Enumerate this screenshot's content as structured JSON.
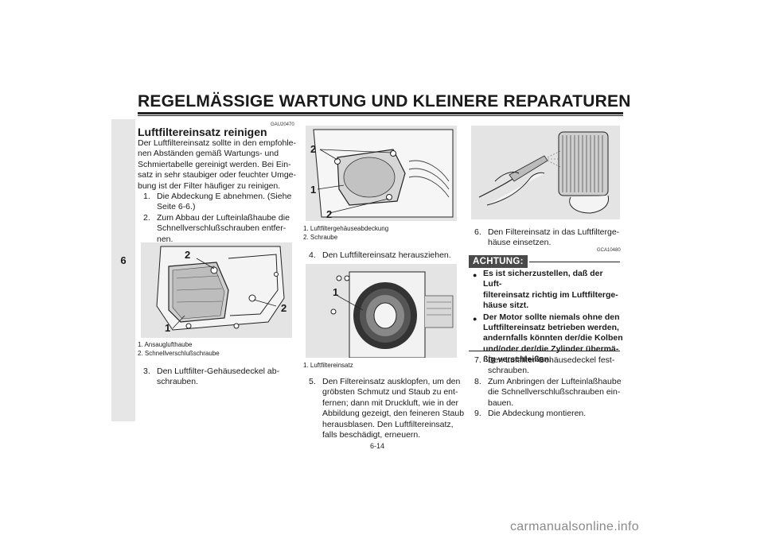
{
  "header": {
    "title": "REGELMÄSSIGE WARTUNG UND KLEINERE REPARATUREN"
  },
  "chapter_tab": "6",
  "section": {
    "code": "GAU20470",
    "heading": "Luftfiltereinsatz reinigen",
    "intro": [
      "Der Luftfiltereinsatz sollte in den empfohle-",
      "nen Abständen gemäß Wartungs- und",
      "Schmiertabelle gereinigt werden. Bei Ein-",
      "satz in sehr staubiger oder feuchter Umge-",
      "bung ist der Filter häufiger zu reinigen."
    ]
  },
  "steps_col1": [
    {
      "num": "1.",
      "lines": [
        "Die Abdeckung E abnehmen. (Siehe",
        "Seite 6-6.)"
      ]
    },
    {
      "num": "2.",
      "lines": [
        "Zum Abbau der Lufteinlaßhaube die",
        "Schnellverschlußschrauben entfer-",
        "nen."
      ]
    }
  ],
  "fig1": {
    "callouts": [
      "2",
      "2",
      "1"
    ],
    "captions": [
      "1. Ansauglufthaube",
      "2. Schnellverschlußschraube"
    ]
  },
  "step3": {
    "num": "3.",
    "lines": [
      "Den Luftfilter-Gehäusedeckel ab-",
      "schrauben."
    ]
  },
  "fig2": {
    "callouts": [
      "2",
      "1",
      "2"
    ],
    "captions": [
      "1. Luftfiltergehäuseabdeckung",
      "2. Schraube"
    ]
  },
  "step4": {
    "num": "4.",
    "lines": [
      "Den Luftfiltereinsatz herausziehen."
    ]
  },
  "fig3": {
    "callouts": [
      "1"
    ],
    "captions": [
      "1. Luftfiltereinsatz"
    ]
  },
  "step5": {
    "num": "5.",
    "lines": [
      "Den Filtereinsatz ausklopfen, um den",
      "gröbsten Schmutz und Staub zu ent-",
      "fernen; dann mit Druckluft, wie in der",
      "Abbildung gezeigt, den feineren Staub",
      "herausblasen. Den Luftfiltereinsatz,",
      "falls beschädigt, erneuern."
    ]
  },
  "step6": {
    "num": "6.",
    "lines": [
      "Den Filtereinsatz in das Luftfilterge-",
      "häuse einsetzen."
    ]
  },
  "caution": {
    "code": "GCA10480",
    "label": "ACHTUNG:",
    "bullets": [
      [
        "Es ist sicherzustellen, daß der Luft-",
        "filtereinsatz richtig im Luftfilterge-",
        "häuse sitzt."
      ],
      [
        "Der Motor sollte niemals ohne den",
        "Luftfiltereinsatz betrieben werden,",
        "andernfalls könnten der/die Kolben",
        "und/oder der/die Zylinder übermä-",
        "ßig verschleißen."
      ]
    ]
  },
  "steps_col3": [
    {
      "num": "7.",
      "lines": [
        "Den Luftfilter-Gehäusedeckel fest-",
        "schrauben."
      ]
    },
    {
      "num": "8.",
      "lines": [
        "Zum Anbringen der Lufteinlaßhaube",
        "die Schnellverschlußschrauben ein-",
        "bauen."
      ]
    },
    {
      "num": "9.",
      "lines": [
        "Die Abdeckung montieren."
      ]
    }
  ],
  "footer": {
    "page": "6-14",
    "watermark": "carmanualsonline.info"
  }
}
